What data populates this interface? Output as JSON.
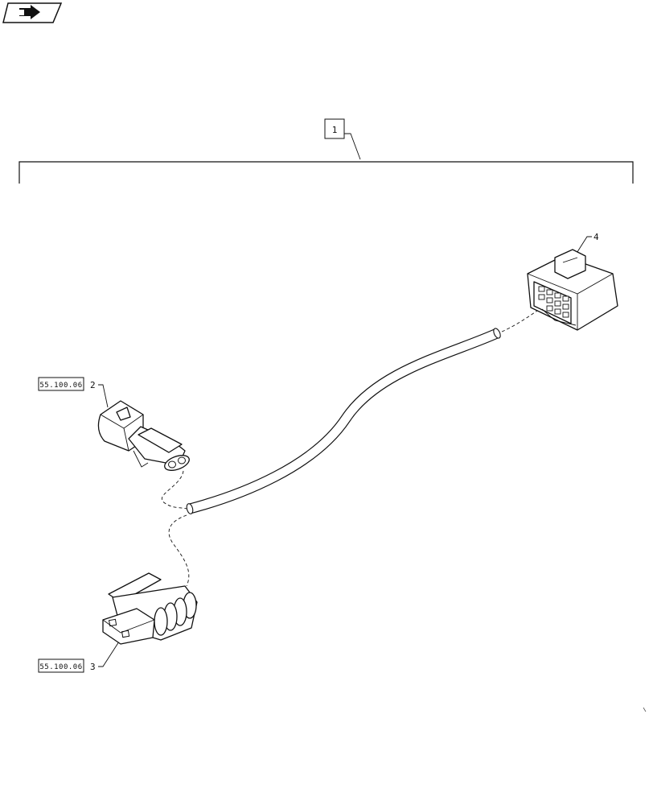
{
  "nav": {
    "icon": "next-page-arrow-icon"
  },
  "callouts": {
    "assembly": {
      "number": "1"
    },
    "item2": {
      "reference": "55.100.06",
      "number": "2"
    },
    "item3": {
      "reference": "55.100.06",
      "number": "3"
    },
    "item4": {
      "number": "4"
    }
  },
  "parts": [
    "harness-cable",
    "two-pin-male-connector",
    "two-pin-female-connector",
    "multi-pin-connector"
  ]
}
